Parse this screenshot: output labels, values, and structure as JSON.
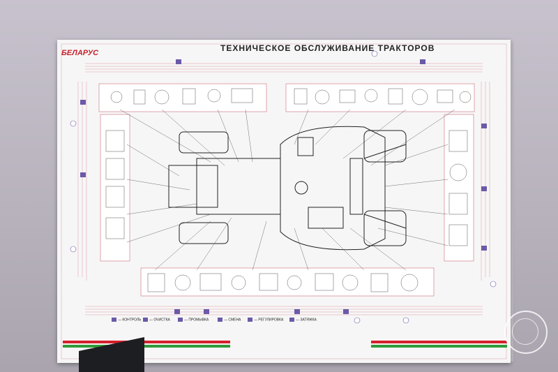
{
  "poster": {
    "brand": "БЕЛАРУС",
    "title": "ТЕХНИЧЕСКОЕ ОБСЛУЖИВАНИЕ ТРАКТОРОВ",
    "legend": [
      "— КОНТРОЛЬ",
      "— ОЧИСТКА",
      "— ПРОМЫВКА",
      "— СМЕНА",
      "— РЕГУЛИРОВКА",
      "— ЗАТЯЖКА"
    ]
  },
  "colors": {
    "accent_red": "#d4202a",
    "accent_green": "#2f9a3a",
    "symbol_purple": "#6a5aa8"
  }
}
